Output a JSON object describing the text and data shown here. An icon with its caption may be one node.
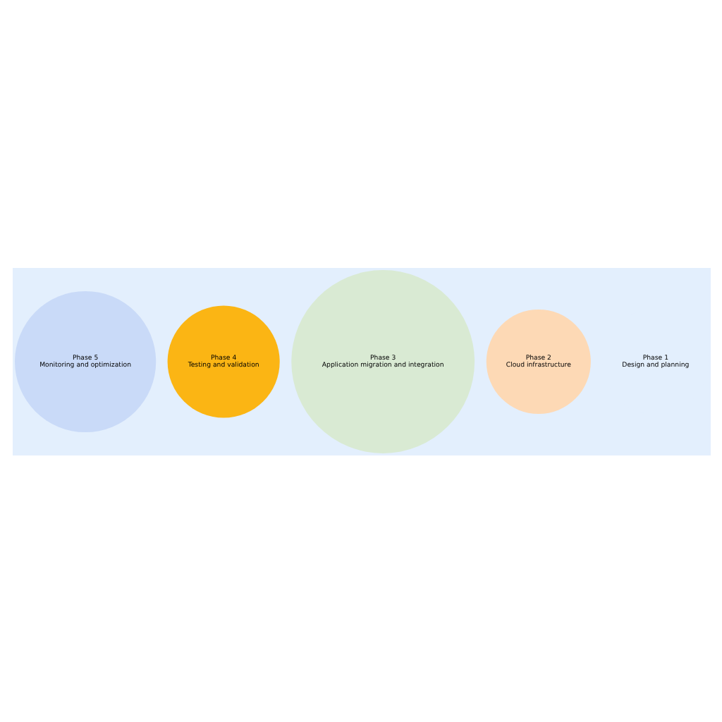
{
  "diagram": {
    "nodes": [
      {
        "text": [
          "Phase 1",
          "Design and planning"
        ]
      },
      {
        "text": [
          "Phase 2",
          "Cloud infrastructure"
        ]
      },
      {
        "text": [
          "Phase 3",
          "Application migration and integration"
        ]
      },
      {
        "text": [
          "Phase 4",
          "Testing and validation"
        ]
      },
      {
        "text": [
          "Phase 5",
          "Monitoring and optimization"
        ]
      }
    ],
    "edges": []
  }
}
